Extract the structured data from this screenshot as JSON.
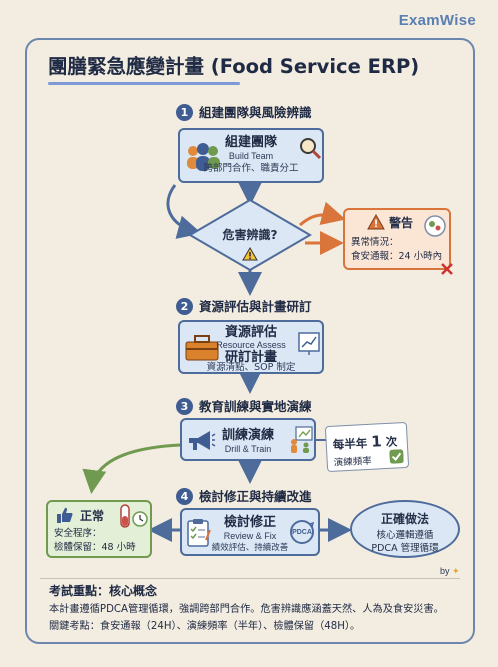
{
  "brand": "ExamWise",
  "title": "團膳緊急應變計畫 (Food Service ERP)",
  "steps": [
    {
      "num": "1",
      "label": "組建團隊與風險辨識"
    },
    {
      "num": "2",
      "label": "資源評估與計畫研訂"
    },
    {
      "num": "3",
      "label": "教育訓練與實地演練"
    },
    {
      "num": "4",
      "label": "檢討修正與持續改進"
    }
  ],
  "boxes": {
    "build": {
      "main": "組建團隊",
      "en": "Build Team",
      "sub": "跨部門合作、職責分工"
    },
    "resource": {
      "main1": "資源評估",
      "en": "Resource Assess",
      "main2": "研訂計畫",
      "sub": "資源清點、SOP 制定"
    },
    "drill": {
      "main": "訓練演練",
      "en": "Drill & Train"
    },
    "review": {
      "main": "檢討修正",
      "en": "Review & Fix",
      "sub": "績效評估、持續改善",
      "pdca": "PDCA"
    }
  },
  "decision": {
    "label": "危害辨識?"
  },
  "warning": {
    "title": "警告",
    "line1": "異常情況：",
    "line2": "食安通報：24 小時內"
  },
  "frequency": {
    "line1": "每半年",
    "num": "1",
    "unit": "次",
    "line2": "演練頻率"
  },
  "normal": {
    "title": "正常",
    "line1": "安全程序：",
    "line2": "檢體保留：48 小時"
  },
  "correct": {
    "title": "正確做法",
    "line1": "核心邏輯遵循",
    "line2": "PDCA 管理循環"
  },
  "by_label": "by",
  "footer": {
    "heading": "考試重點：核心概念",
    "line1": "本計畫遵循PDCA管理循環，強調跨部門合作。危害辨識應涵蓋天然、人為及食安災害。",
    "line2": "關鍵考點：食安通報（24H）、演練頻率（半年）、檢體保留（48H）。"
  }
}
